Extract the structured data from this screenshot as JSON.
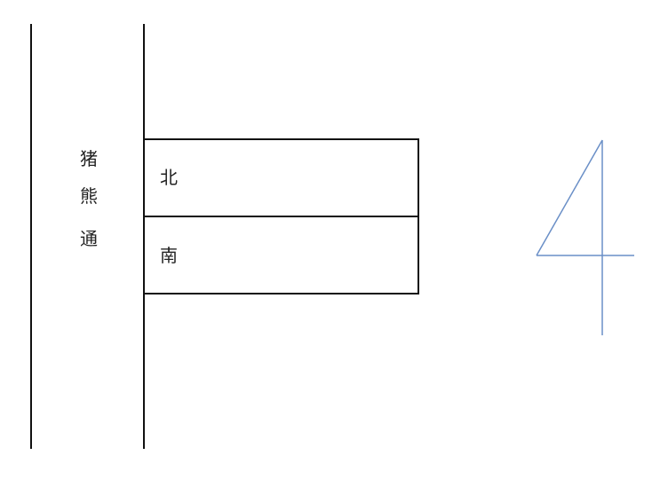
{
  "street": {
    "name_chars": [
      "猪",
      "熊",
      "通"
    ]
  },
  "plots": {
    "north_label": "北",
    "south_label": "南"
  },
  "compass": {
    "direction_glyph": "north-indicator-4-shape",
    "stroke_color": "#6a8fc7"
  },
  "colors": {
    "line": "#111111",
    "text": "#222222"
  }
}
